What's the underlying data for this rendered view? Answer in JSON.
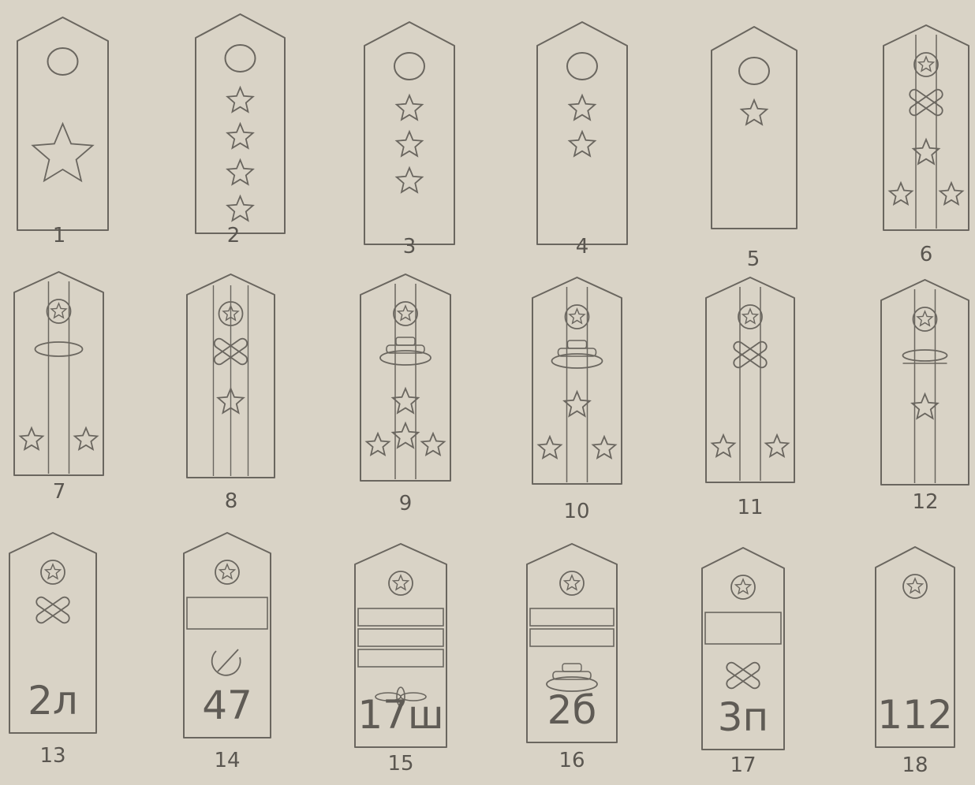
{
  "colors": {
    "paper": "#d9d3c6",
    "ink": "#6a665f"
  },
  "straps": [
    {
      "number": "1",
      "top": "circle",
      "mid": [],
      "stars": [
        "big"
      ],
      "stripes": 0
    },
    {
      "number": "2",
      "top": "circle",
      "mid": [],
      "stars": [
        "s",
        "s",
        "s",
        "s"
      ],
      "stripes": 0
    },
    {
      "number": "3",
      "top": "circle",
      "mid": [],
      "stars": [
        "s",
        "s",
        "s"
      ],
      "stripes": 0
    },
    {
      "number": "4",
      "top": "circle",
      "mid": [],
      "stars": [
        "s",
        "s"
      ],
      "stripes": 0
    },
    {
      "number": "5",
      "top": "circle",
      "mid": [],
      "stars": [
        "s"
      ],
      "stripes": 0
    },
    {
      "number": "6",
      "top": "badge",
      "mid": [
        "cross"
      ],
      "stars": [
        "s",
        "pair"
      ],
      "stripes": 2
    },
    {
      "number": "7",
      "top": "badge",
      "mid": [
        "oval"
      ],
      "stars": [
        "pair"
      ],
      "stripes": 2
    },
    {
      "number": "8",
      "top": "badge",
      "mid": [
        "cross"
      ],
      "stars": [
        "s"
      ],
      "stripes": 3
    },
    {
      "number": "9",
      "top": "badge",
      "mid": [
        "tank"
      ],
      "stars": [
        "s",
        "s",
        "pair"
      ],
      "stripes": 2
    },
    {
      "number": "10",
      "top": "badge",
      "mid": [
        "tank"
      ],
      "stars": [
        "s",
        "pair"
      ],
      "stripes": 2
    },
    {
      "number": "11",
      "top": "badge",
      "mid": [
        "cross"
      ],
      "stars": [
        "pair"
      ],
      "stripes": 2
    },
    {
      "number": "12",
      "top": "badge",
      "mid": [
        "plane"
      ],
      "stars": [
        "s"
      ],
      "stripes": 2
    },
    {
      "number": "13",
      "top": "badge",
      "mid": [
        "cross"
      ],
      "stars": [],
      "stripes": 0,
      "code": "2л"
    },
    {
      "number": "14",
      "top": "badge",
      "mid": [
        "band1",
        "hammer"
      ],
      "stars": [],
      "stripes": 0,
      "code": "47"
    },
    {
      "number": "15",
      "top": "badge",
      "mid": [
        "band3",
        "prop"
      ],
      "stars": [],
      "stripes": 0,
      "code": "17ш"
    },
    {
      "number": "16",
      "top": "badge",
      "mid": [
        "band2",
        "tank"
      ],
      "stars": [],
      "stripes": 0,
      "code": "2б"
    },
    {
      "number": "17",
      "top": "badge",
      "mid": [
        "band1",
        "cross"
      ],
      "stars": [],
      "stripes": 0,
      "code": "3п"
    },
    {
      "number": "18",
      "top": "badge",
      "mid": [],
      "stars": [],
      "stripes": 0,
      "code": "112"
    }
  ]
}
